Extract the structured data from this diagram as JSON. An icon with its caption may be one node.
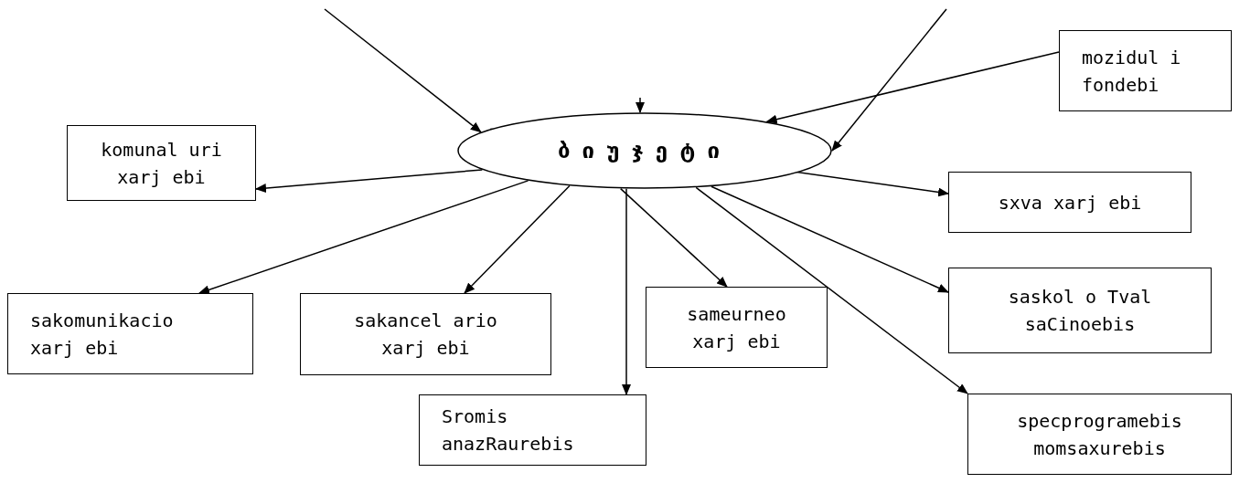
{
  "diagram": {
    "nodes": [
      {
        "text": [
          "mozidul i fondebi"
        ]
      },
      {
        "text": [
          "komunal uri xarj ebi"
        ]
      },
      {
        "text": [
          "ბიუჯეტი"
        ]
      },
      {
        "text": [
          "sxva xarj ebi"
        ]
      },
      {
        "text": [
          "sakomunikacio xarj ebi"
        ]
      },
      {
        "text": [
          "sakancel ario xarj ebi"
        ]
      },
      {
        "text": [
          "sameurneo xarj ebi"
        ]
      },
      {
        "text": [
          "saskol o Tval saCinoebis"
        ]
      },
      {
        "text": [
          "Sromis anazRaurebis"
        ]
      },
      {
        "text": [
          "specprogramebis momsaxurebis"
        ]
      }
    ],
    "edges": [
      {
        "from": null,
        "to": 2,
        "arrow": "to"
      },
      {
        "from": null,
        "to": 2,
        "arrow": "to"
      },
      {
        "from": null,
        "to": 2,
        "arrow": "to"
      },
      {
        "from": 0,
        "to": 2,
        "arrow": "to"
      },
      {
        "from": 2,
        "to": 1,
        "arrow": "to"
      },
      {
        "from": 2,
        "to": 4,
        "arrow": "to"
      },
      {
        "from": 2,
        "to": 5,
        "arrow": "to"
      },
      {
        "from": 2,
        "to": 8,
        "arrow": "to"
      },
      {
        "from": 2,
        "to": 6,
        "arrow": "to"
      },
      {
        "from": 2,
        "to": 3,
        "arrow": "to"
      },
      {
        "from": 2,
        "to": 7,
        "arrow": "to"
      },
      {
        "from": 2,
        "to": 9,
        "arrow": "to"
      }
    ]
  }
}
